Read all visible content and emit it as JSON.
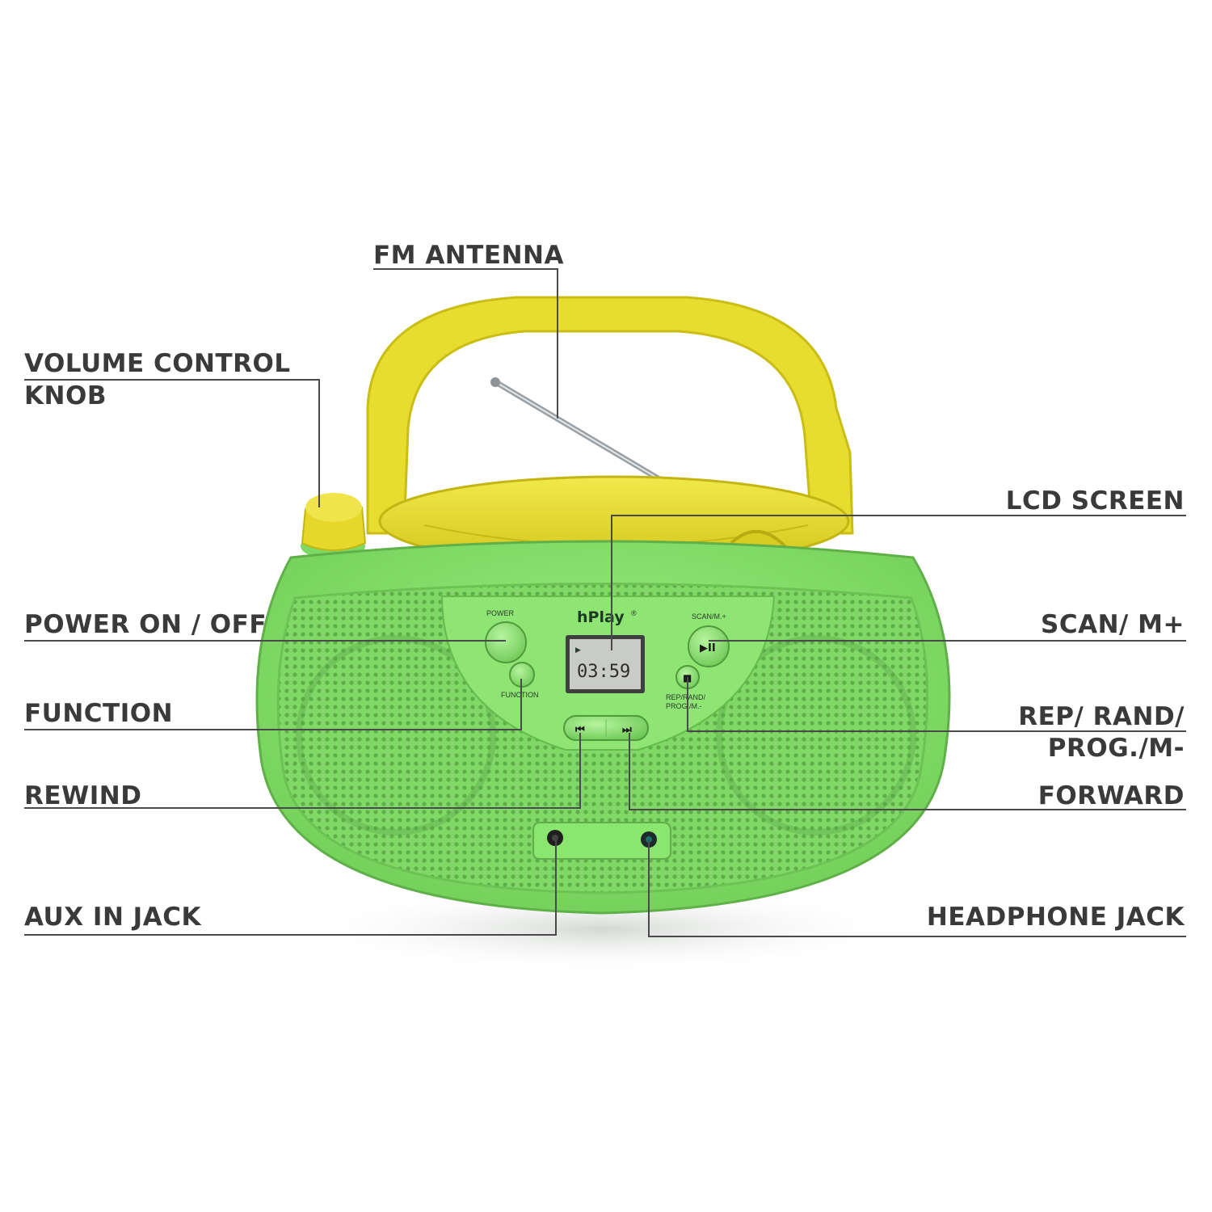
{
  "callouts": {
    "fm_antenna": "FM ANTENNA",
    "volume_line1": "VOLUME CONTROL",
    "volume_line2": "KNOB",
    "lcd_screen": "LCD SCREEN",
    "power": "POWER ON / OFF",
    "scan": "SCAN/ M+",
    "function": "FUNCTION",
    "rep_line1": "REP/ RAND/",
    "rep_line2": "PROG./M-",
    "rewind": "REWIND",
    "forward": "FORWARD",
    "aux": "AUX IN JACK",
    "headphone": "HEADPHONE JACK"
  },
  "device": {
    "brand": "hPlay",
    "brand_mark": "®",
    "power_label": "POWER",
    "function_label": "FUNCTION",
    "scan_label": "SCAN/M.+",
    "rep_label_line1": "REP/RAND/",
    "rep_label_line2": "PROG./M.-",
    "lcd_time": "03:59",
    "lcd_play_icon": "▶",
    "play_pause_icon": "▶II",
    "stop_icon": "■",
    "rewind_icon": "⏮",
    "forward_icon": "⏭"
  },
  "colors": {
    "body_green": "#86e36c",
    "handle_yellow": "#e8dc2e",
    "lcd_bg": "#c9ccc6",
    "text_dark": "#3a3a3a"
  }
}
